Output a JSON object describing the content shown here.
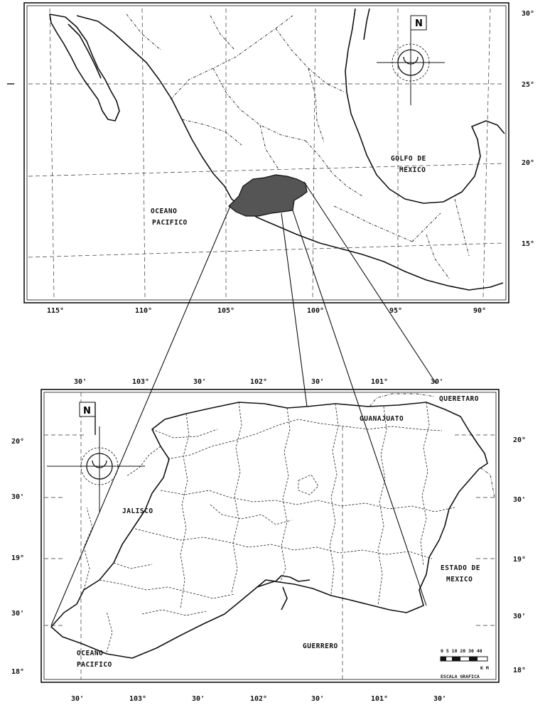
{
  "top_map": {
    "north": "N",
    "lon_labels": [
      "115°",
      "110°",
      "105°",
      "100°",
      "95°",
      "90°"
    ],
    "lat_labels": [
      "30°",
      "25°",
      "20°",
      "15°"
    ],
    "ocean_label": [
      "OCEANO",
      "PACIFICO"
    ],
    "gulf_label": [
      "GOLFO DE",
      "MEXICO"
    ]
  },
  "bottom_map": {
    "north": "N",
    "lon_top": [
      "30'",
      "103°",
      "30'",
      "102°",
      "30'",
      "101°",
      "30'"
    ],
    "lon_bottom": [
      "30'",
      "103°",
      "30'",
      "102°",
      "30'",
      "101°",
      "30'"
    ],
    "lat_left": [
      "20°",
      "30'",
      "19°",
      "30'",
      "18°"
    ],
    "lat_right": [
      "20°",
      "30'",
      "19°",
      "30'",
      "18°"
    ],
    "neighbors": {
      "queretaro": "QUERETARO",
      "guanajuato": "GUANAJUATO",
      "jalisco": "JALISCO",
      "estado_de_mexico": [
        "ESTADO DE",
        "MEXICO"
      ],
      "guerrero": "GUERRERO",
      "ocean": [
        "OCEANO",
        "PACIFICO"
      ]
    },
    "scale": {
      "ticks": "0 5 10 20 30 40",
      "unit": "K M",
      "caption": "ESCALA GRAFICA"
    }
  }
}
